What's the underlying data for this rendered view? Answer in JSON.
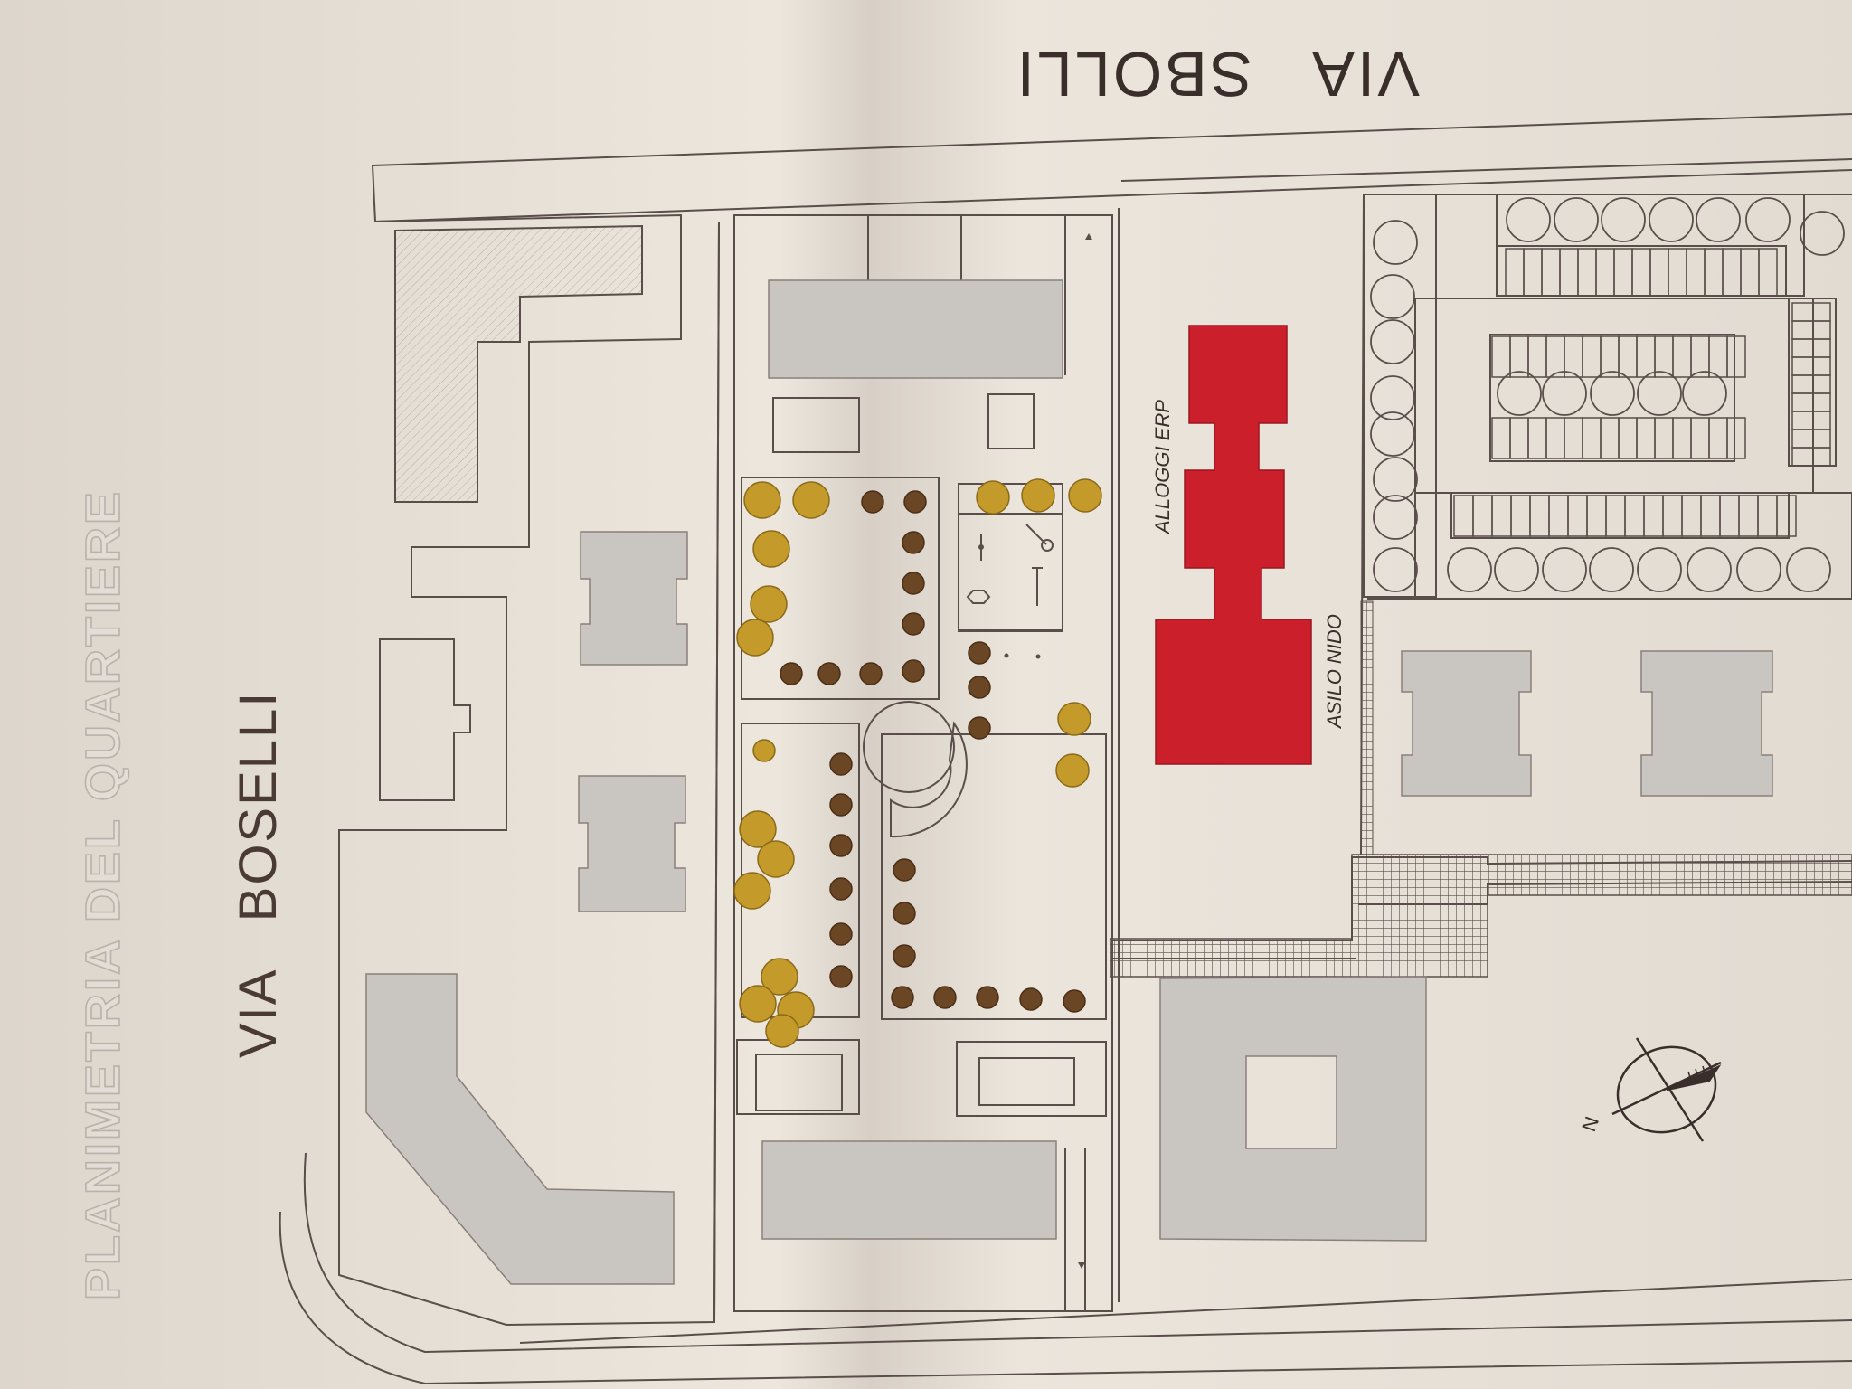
{
  "map": {
    "title": "PLANIMETRIA DEL QUARTIERE",
    "streets": {
      "west": "VIA   BOSELLI",
      "north": "VIA   SBOLLI"
    },
    "labels": {
      "housing": "ALLOGGI ERP",
      "nursery": "ASILO NIDO"
    },
    "compass": {
      "north_letter": "N"
    }
  },
  "colors": {
    "paper": "#e7e1d9",
    "line": "#5a4e4a",
    "building_gray": "#c9c5c1",
    "highlight_red": "#cc1f2c",
    "tree_brown": "#6b4624",
    "tree_ochre": "#c49a2a",
    "title_gray": "#bdb8b2"
  }
}
